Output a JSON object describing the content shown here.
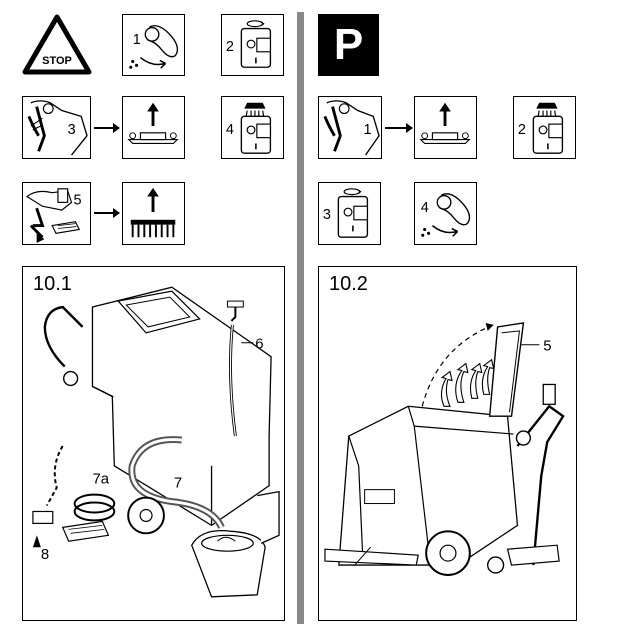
{
  "colors": {
    "line": "#000000",
    "divider": "#888888",
    "accent": "#555555"
  },
  "left": {
    "stop_sign_label": "STOP",
    "steps": {
      "s1": "1",
      "s2": "2",
      "s3": "3",
      "s4": "4",
      "s5": "5"
    },
    "panel": {
      "title": "10.1",
      "callouts": {
        "c6": "6",
        "c7": "7",
        "c7a": "7a",
        "c8": "8"
      }
    }
  },
  "right": {
    "park_label": "P",
    "steps": {
      "s1": "1",
      "s2": "2",
      "s3": "3",
      "s4": "4"
    },
    "panel": {
      "title": "10.2",
      "callouts": {
        "c5": "5"
      }
    }
  },
  "icons": [
    "stop-sign-icon",
    "lever-icon",
    "tank-drain-icon",
    "shower-rinse-icon",
    "squeegee-lift-icon",
    "brush-lift-icon",
    "pedal-icon",
    "parking-icon"
  ]
}
